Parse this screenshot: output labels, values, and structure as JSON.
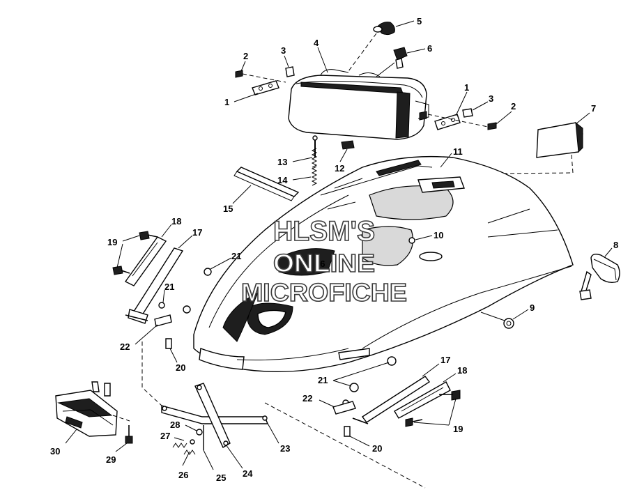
{
  "watermark": {
    "line1": "HLSM'S",
    "line2": "ONLINE",
    "line3": "MICROFICHE"
  },
  "callouts": [
    {
      "id": "c1a",
      "label": "1"
    },
    {
      "id": "c1b",
      "label": "1"
    },
    {
      "id": "c2a",
      "label": "2"
    },
    {
      "id": "c2b",
      "label": "2"
    },
    {
      "id": "c3a",
      "label": "3"
    },
    {
      "id": "c3b",
      "label": "3"
    },
    {
      "id": "c4",
      "label": "4"
    },
    {
      "id": "c5",
      "label": "5"
    },
    {
      "id": "c6",
      "label": "6"
    },
    {
      "id": "c7",
      "label": "7"
    },
    {
      "id": "c8",
      "label": "8"
    },
    {
      "id": "c9",
      "label": "9"
    },
    {
      "id": "c10",
      "label": "10"
    },
    {
      "id": "c11",
      "label": "11"
    },
    {
      "id": "c12",
      "label": "12"
    },
    {
      "id": "c13",
      "label": "13"
    },
    {
      "id": "c14",
      "label": "14"
    },
    {
      "id": "c15",
      "label": "15"
    },
    {
      "id": "c16",
      "label": "16"
    },
    {
      "id": "c17a",
      "label": "17"
    },
    {
      "id": "c17b",
      "label": "17"
    },
    {
      "id": "c18a",
      "label": "18"
    },
    {
      "id": "c18b",
      "label": "18"
    },
    {
      "id": "c19a",
      "label": "19"
    },
    {
      "id": "c19b",
      "label": "19"
    },
    {
      "id": "c20a",
      "label": "20"
    },
    {
      "id": "c20b",
      "label": "20"
    },
    {
      "id": "c21a",
      "label": "21"
    },
    {
      "id": "c21b",
      "label": "21"
    },
    {
      "id": "c21c",
      "label": "21"
    },
    {
      "id": "c22a",
      "label": "22"
    },
    {
      "id": "c22b",
      "label": "22"
    },
    {
      "id": "c23",
      "label": "23"
    },
    {
      "id": "c24",
      "label": "24"
    },
    {
      "id": "c25",
      "label": "25"
    },
    {
      "id": "c26",
      "label": "26"
    },
    {
      "id": "c27",
      "label": "27"
    },
    {
      "id": "c28",
      "label": "28"
    },
    {
      "id": "c29",
      "label": "29"
    },
    {
      "id": "c30",
      "label": "30"
    }
  ]
}
